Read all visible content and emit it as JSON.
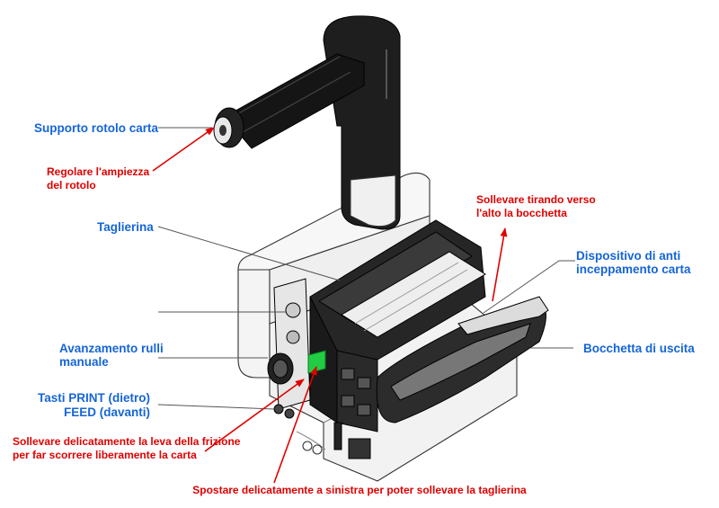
{
  "labels": {
    "roll_holder": "Supporto rotolo carta",
    "roll_width": "Regolare l'ampiezza\ndel rotolo",
    "cutter": "Taglierina",
    "lift_mouth": "Sollevare tirando verso\nl'alto la bocchetta",
    "anti_jam": "Dispositivo di anti\ninceppamento carta",
    "manual_feed": "Avanzamento rulli\nmanuale",
    "exit_mouth": "Bocchetta di uscita",
    "keys_line1": "Tasti PRINT (dietro)",
    "keys_line2": "FEED (davanti)",
    "friction_lever": "Sollevare delicatamente la leva della frizione\nper far scorrere liberamente la carta",
    "move_left": "Spostare delicatamente a sinistra per poter sollevare la taglierina"
  },
  "colors": {
    "label_blue": "#1565d8",
    "instruction_red": "#e00000",
    "leader_line": "#555555",
    "lever_green": "#22cc44"
  }
}
